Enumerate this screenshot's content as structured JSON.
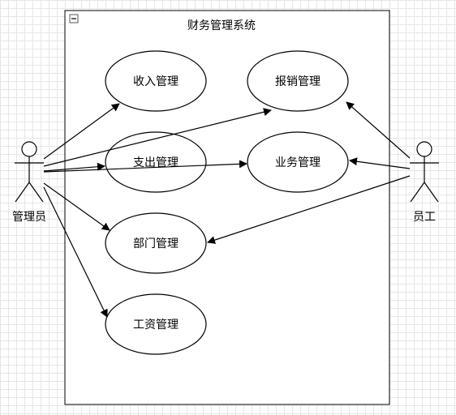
{
  "system": {
    "title": "财务管理系统"
  },
  "actors": {
    "admin": "管理员",
    "employee": "员工"
  },
  "use_cases": {
    "income": "收入管理",
    "reimburse": "报销管理",
    "expense": "支出管理",
    "business": "业务管理",
    "department": "部门管理",
    "salary": "工资管理"
  }
}
